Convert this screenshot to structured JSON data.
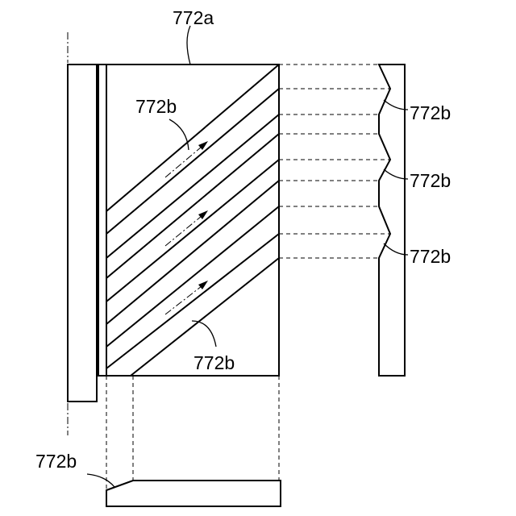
{
  "labels": {
    "top": "772a",
    "upper_left": "772b",
    "right_1": "772b",
    "right_2": "772b",
    "right_3": "772b",
    "lower_middle": "772b",
    "bottom_left": "772b"
  }
}
